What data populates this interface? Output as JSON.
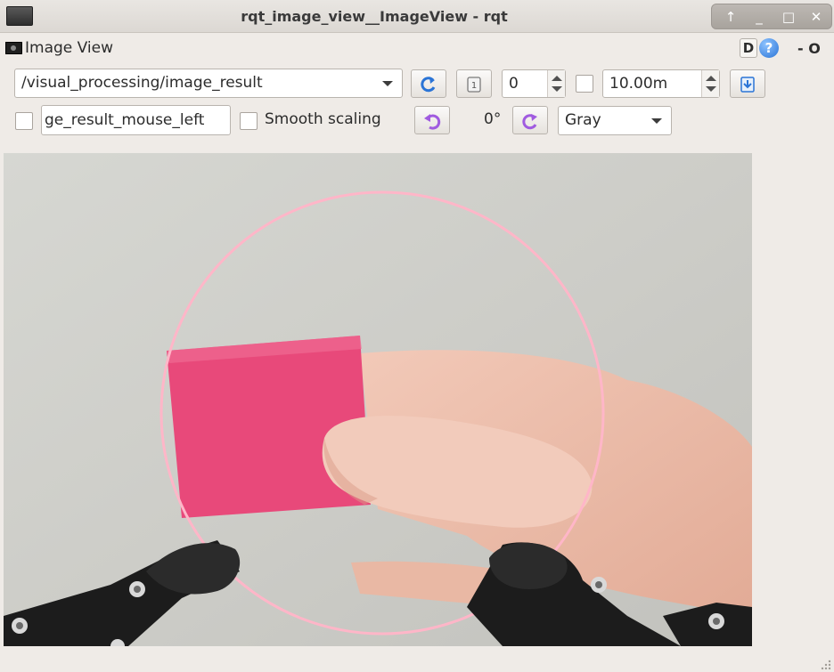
{
  "window": {
    "title": "rqt_image_view__ImageView - rqt",
    "wm_buttons": {
      "up": "↑",
      "minimize": "_",
      "maximize": "□",
      "close": "✕"
    }
  },
  "dock": {
    "title": "Image View",
    "d_label": "D",
    "help_label": "?",
    "o_label": "- O"
  },
  "toolbar": {
    "topic": "/visual_processing/image_result",
    "spin_value": "0",
    "max_value": "10.00m",
    "mouse_topic": "ge_result_mouse_left",
    "smooth_scaling_label": "Smooth scaling",
    "rotation": "0°",
    "color_scheme": "Gray"
  },
  "icons": {
    "refresh": "refresh-icon",
    "zoom": "zoom-1-icon",
    "save": "save-icon",
    "rotate_left": "rotate-left-icon",
    "rotate_right": "rotate-right-icon"
  },
  "colors": {
    "accent_blue": "#2a74d6",
    "rotate_purple": "#a05be0",
    "circle": "#ffb6c8",
    "block": "#e8497a"
  }
}
